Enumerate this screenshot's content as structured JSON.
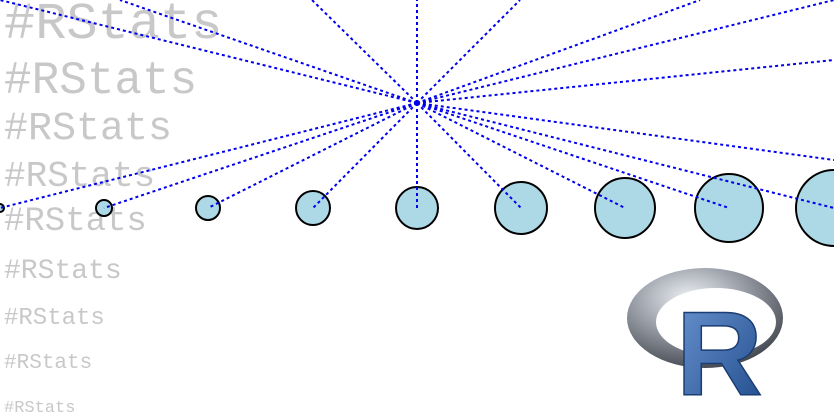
{
  "hashtag": {
    "text": "#RStats",
    "color": "#c8c8c8",
    "repeat_count": 9
  },
  "rays": {
    "color": "#0000ee",
    "style": "dotted"
  },
  "circles": {
    "fill": "#add8e6",
    "stroke": "#000000",
    "count": 9
  },
  "logo": {
    "text": "R",
    "ring_color": "#8a8f99",
    "letter_color": "#2f5fa3"
  }
}
